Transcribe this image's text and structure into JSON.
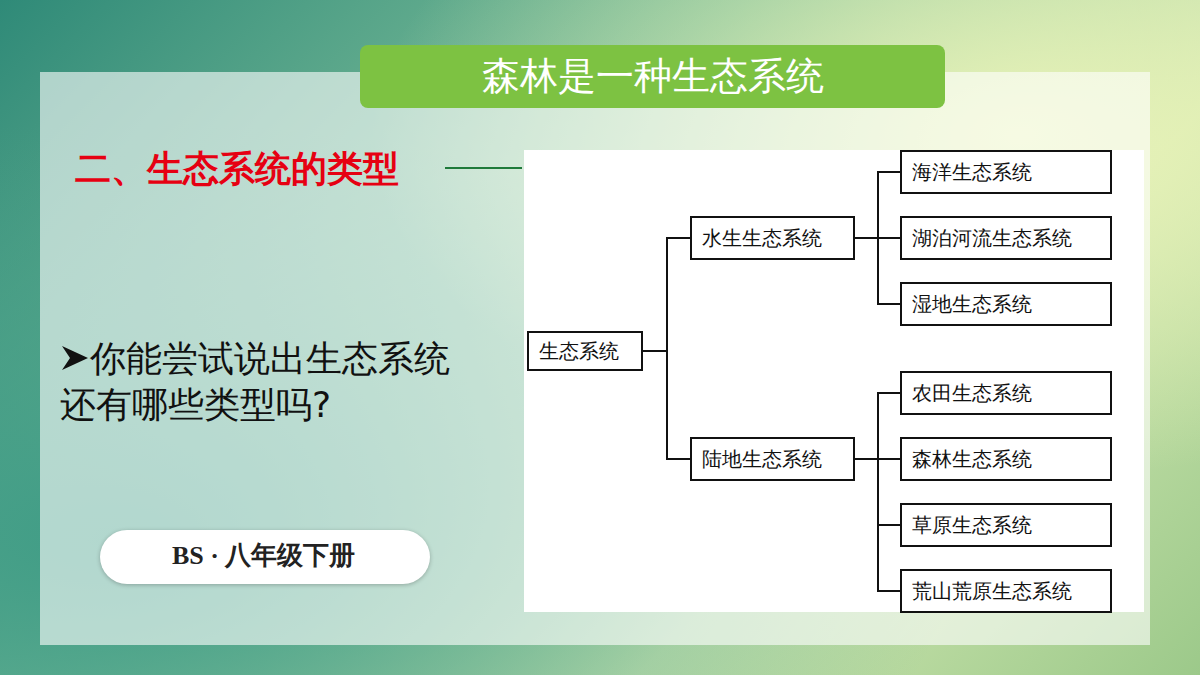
{
  "diagram": {
    "title": "森林是一种生态系统",
    "nodes": [
      {
        "text": [
          "生态系统"
        ]
      },
      {
        "text": [
          "水生生态系统"
        ]
      },
      {
        "text": [
          "海洋生态系统"
        ]
      },
      {
        "text": [
          "湖泊河流生态系统"
        ]
      },
      {
        "text": [
          "湿地生态系统"
        ]
      },
      {
        "text": [
          "陆地生态系统"
        ]
      },
      {
        "text": [
          "农田生态系统"
        ]
      },
      {
        "text": [
          "森林生态系统"
        ]
      },
      {
        "text": [
          "草原生态系统"
        ]
      },
      {
        "text": [
          "荒山荒原生态系统"
        ]
      }
    ],
    "edges": [
      {
        "from": 0,
        "to": 1,
        "arrow": "none"
      },
      {
        "from": 0,
        "to": 5,
        "arrow": "none"
      },
      {
        "from": 1,
        "to": 2,
        "arrow": "none"
      },
      {
        "from": 1,
        "to": 3,
        "arrow": "none"
      },
      {
        "from": 1,
        "to": 4,
        "arrow": "none"
      },
      {
        "from": 5,
        "to": 6,
        "arrow": "none"
      },
      {
        "from": 5,
        "to": 7,
        "arrow": "none"
      },
      {
        "from": 5,
        "to": 8,
        "arrow": "none"
      },
      {
        "from": 5,
        "to": 9,
        "arrow": "none"
      }
    ],
    "labels": [
      "二、生态系统的类型",
      "你能尝试说出生态系统还有哪些类型吗?",
      "BS · 八年级下册"
    ]
  }
}
